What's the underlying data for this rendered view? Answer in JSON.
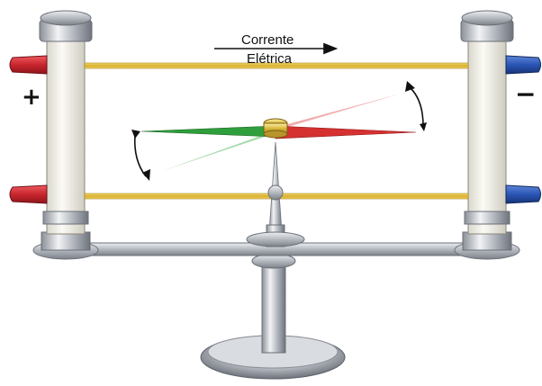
{
  "current_label_line1": "Corrente",
  "current_label_line2": "Elétrica",
  "positive_sign": "+",
  "negative_sign": "−",
  "colors": {
    "wire": "#e8c43a",
    "positive_terminal": "#c8262e",
    "negative_terminal": "#2a55b5",
    "needle_north": "#2f9e3c",
    "needle_south": "#d63131",
    "metal": "#b9bdc4",
    "column": "#f4f2ea"
  },
  "icons": [
    "compass-needle",
    "arrow-right",
    "rotation-arrow"
  ]
}
